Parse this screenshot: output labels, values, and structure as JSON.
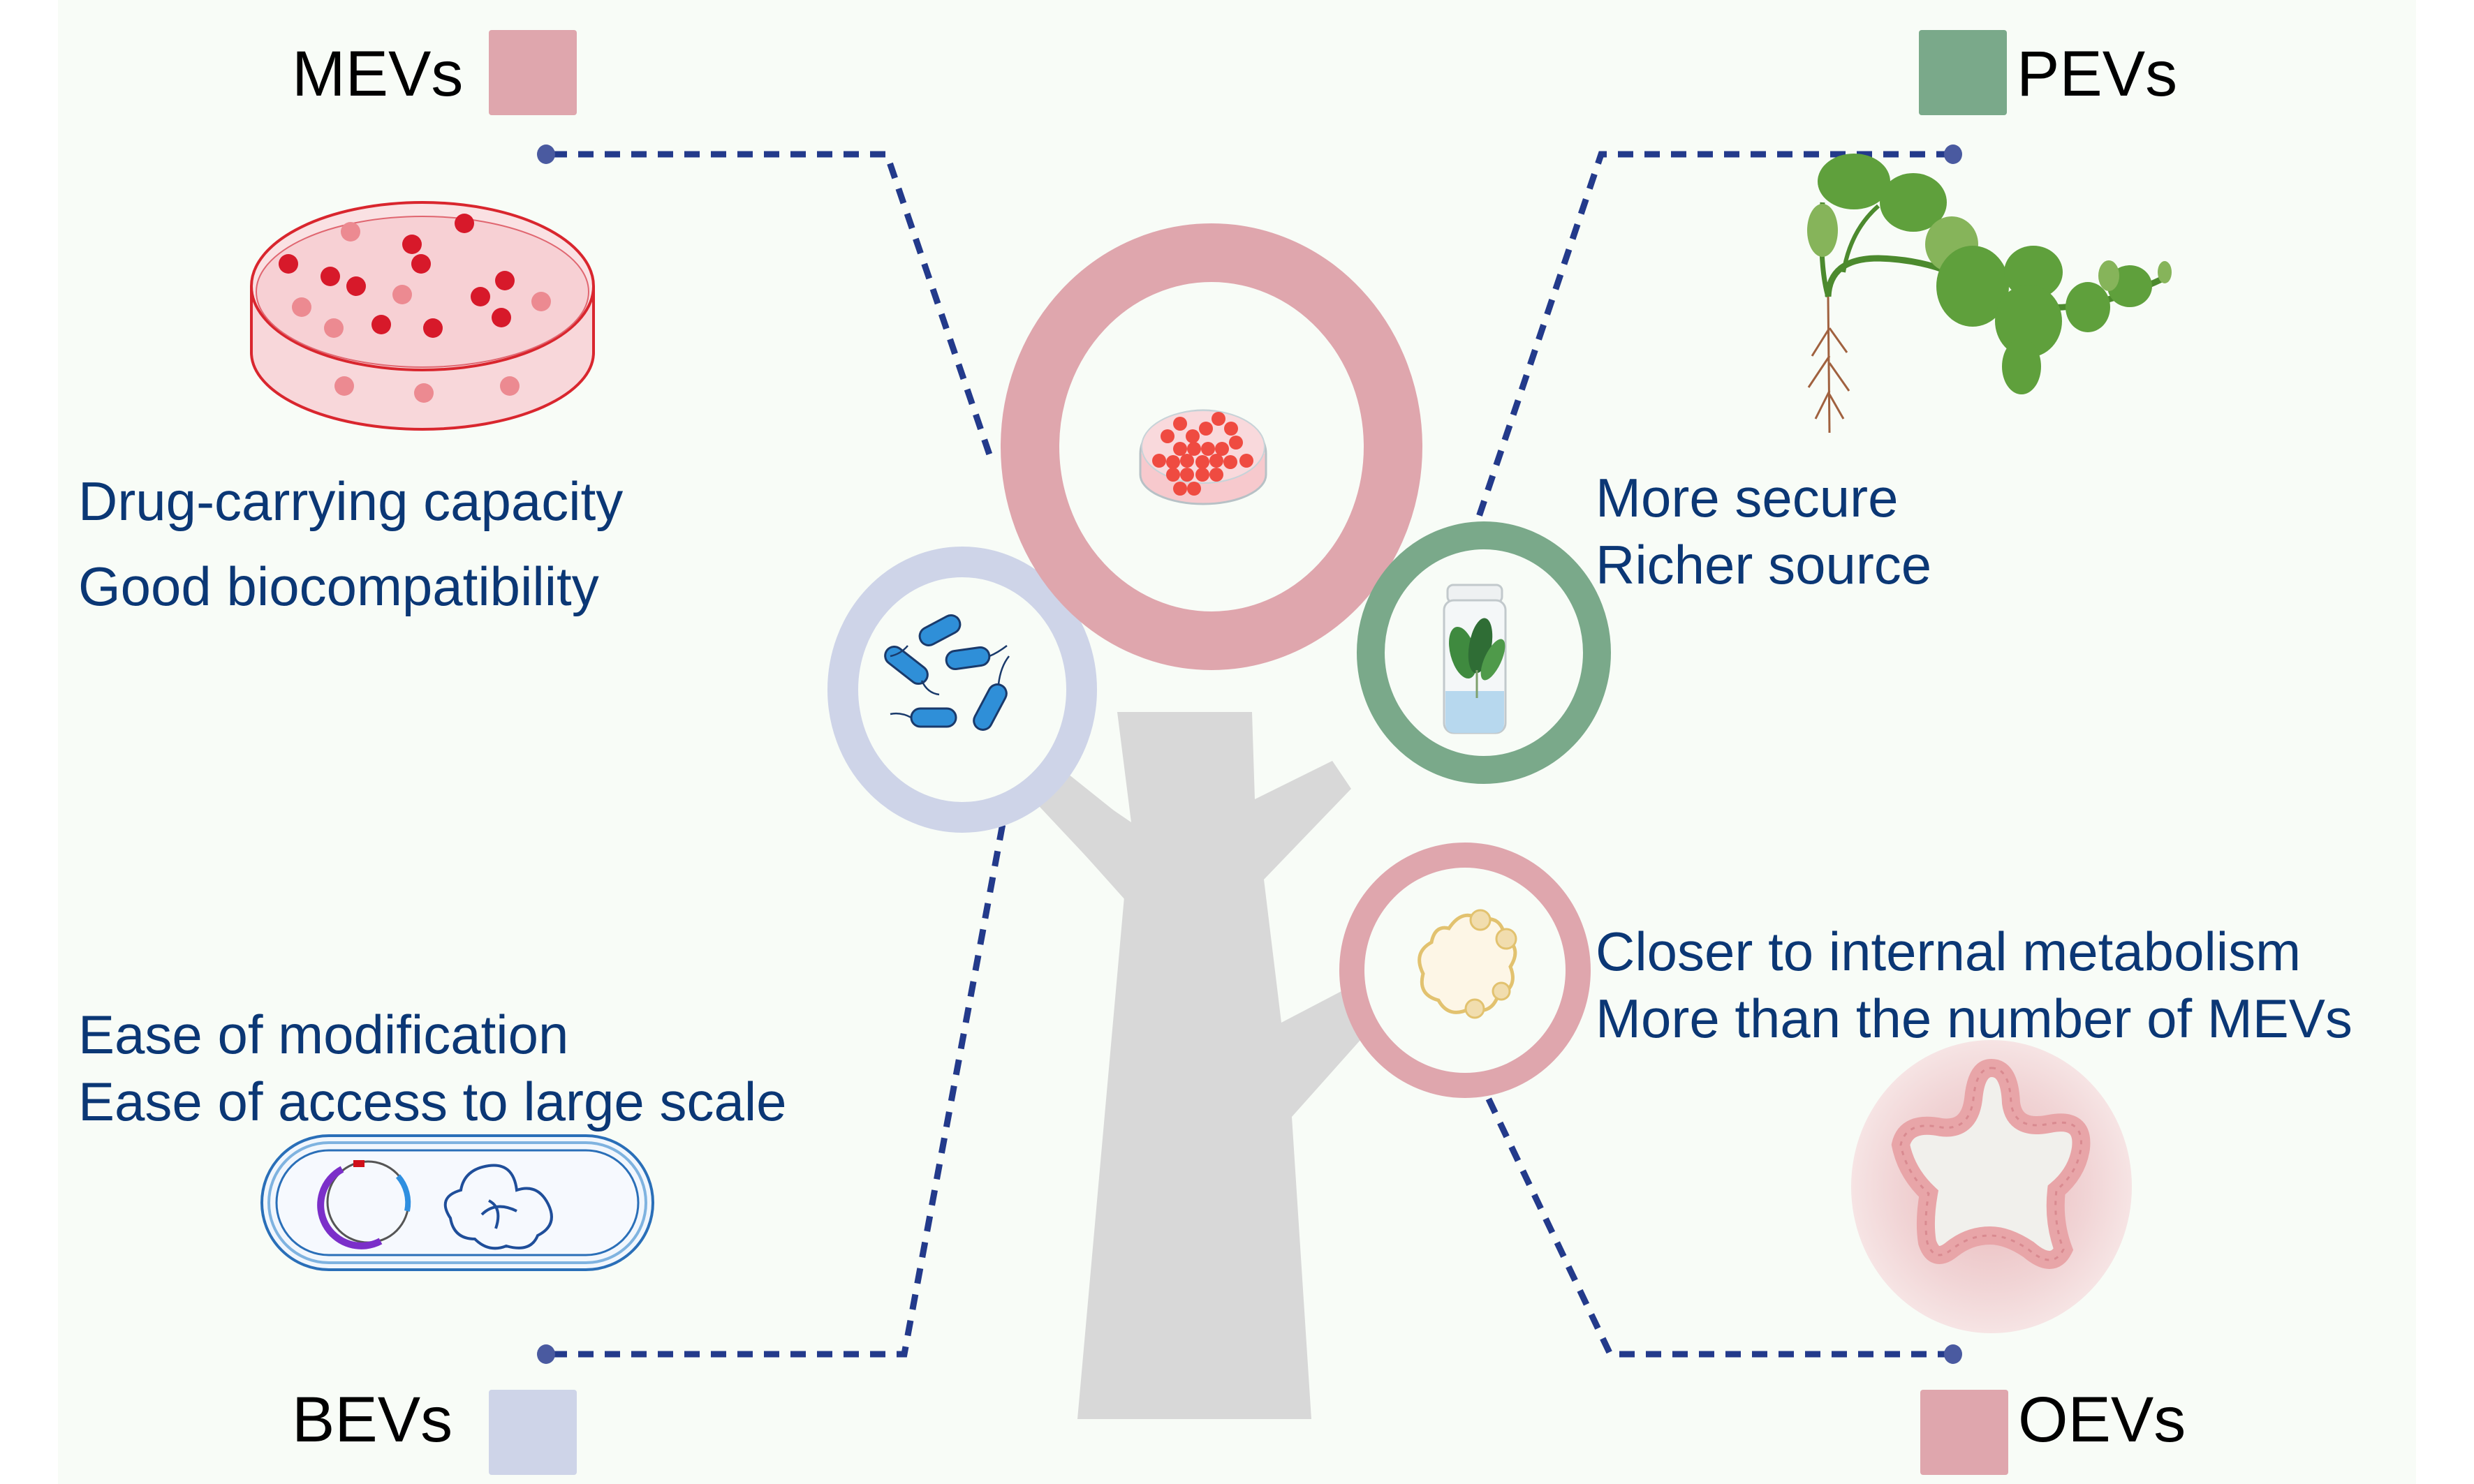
{
  "figure": {
    "theme_colors": {
      "background": "#f8fcf7",
      "tree": "#d8d8d8",
      "connector": "#233a8b",
      "connector_dot": "#4a5aa0",
      "label_text": "#000000",
      "benefit_text": "#0b3775"
    },
    "categories": [
      {
        "id": "mevs",
        "label": "MEVs",
        "swatch_color": "#dfa6ad",
        "ring_color": "#dfa6ad",
        "ring_icon": "petri-dish-cells-icon",
        "illustration": "petri-dish-red-cells-illustration",
        "benefits": [
          "Drug-carrying capacity",
          "Good biocompatibility"
        ]
      },
      {
        "id": "pevs",
        "label": "PEVs",
        "swatch_color": "#7aa98a",
        "ring_color": "#7aa98a",
        "ring_icon": "plant-in-jar-icon",
        "illustration": "vine-plant-with-roots-illustration",
        "benefits": [
          "More secure",
          "Richer source"
        ]
      },
      {
        "id": "bevs",
        "label": "BEVs",
        "swatch_color": "#ced4e8",
        "ring_color": "#ced4e8",
        "ring_icon": "bacteria-icon",
        "illustration": "bacterium-plasmid-illustration",
        "benefits": [
          "Ease of modification",
          "Ease of access to large scale"
        ]
      },
      {
        "id": "oevs",
        "label": "OEVs",
        "swatch_color": "#dfa6ad",
        "ring_color": "#dfa6ad",
        "ring_icon": "organoid-icon",
        "illustration": "organoid-cross-section-illustration",
        "benefits": [
          "Closer to internal metabolism",
          "More than the number of MEVs"
        ]
      }
    ]
  }
}
